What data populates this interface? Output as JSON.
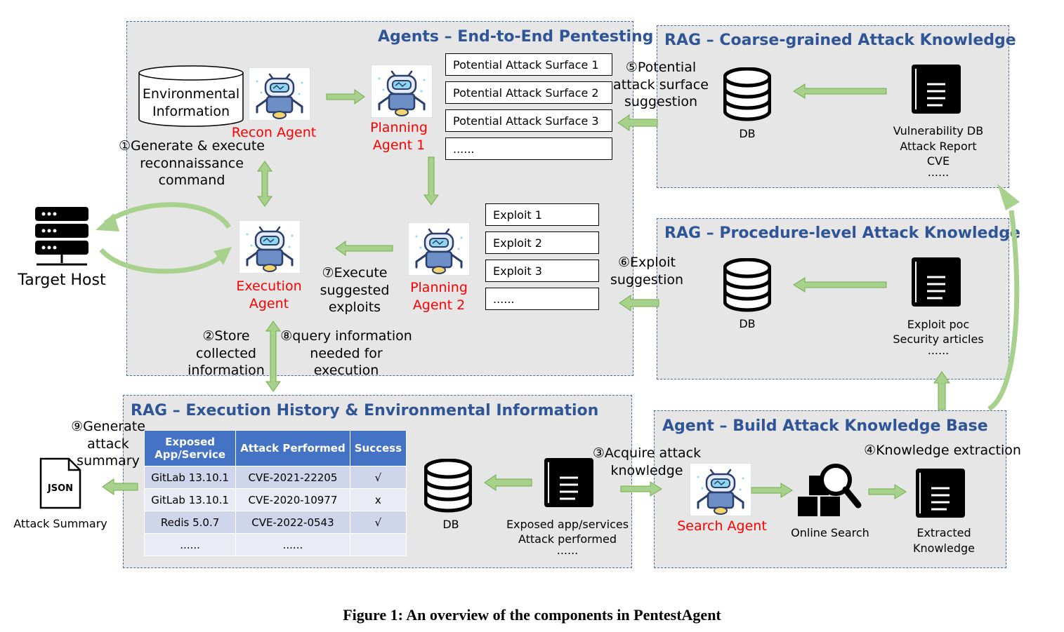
{
  "agents_panel": {
    "title": "Agents – End-to-End Pentesting",
    "env_info": "Environmental Information",
    "recon_agent": "Recon Agent",
    "planning_agent_1": "Planning Agent 1",
    "planning_agent_2": "Planning Agent 2",
    "execution_agent": "Execution Agent",
    "attack_surfaces": [
      "Potential Attack Surface 1",
      "Potential Attack Surface 2",
      "Potential Attack Surface 3",
      "......"
    ],
    "exploits": [
      "Exploit 1",
      "Exploit 2",
      "Exploit 3",
      "......"
    ],
    "step1": "①Generate & execute reconnaissance command",
    "step7": "⑦Execute suggested exploits"
  },
  "target_host": "Target Host",
  "step2": "②Store collected information",
  "step8": "⑧query information needed for execution",
  "step5": "⑤Potential attack surface suggestion",
  "step6": "⑥Exploit suggestion",
  "step3": "③Acquire attack knowledge",
  "step4": "④Knowledge extraction",
  "step9": "⑨Generate attack summary",
  "attack_summary": "Attack Summary",
  "json_label": "JSON",
  "coarse_panel": {
    "title": "RAG – Coarse-grained Attack Knowledge",
    "db": "DB",
    "sources": [
      "Vulnerability DB",
      "Attack Report",
      "CVE",
      "......"
    ]
  },
  "procedure_panel": {
    "title": "RAG – Procedure-level Attack Knowledge",
    "db": "DB",
    "sources": [
      "Exploit poc",
      "Security articles",
      "......"
    ]
  },
  "history_panel": {
    "title": "RAG – Execution History & Environmental Information",
    "db": "DB",
    "sources": [
      "Exposed app/services",
      "Attack performed",
      "......"
    ],
    "table": {
      "headers": [
        "Exposed App/Service",
        "Attack Performed",
        "Success"
      ],
      "rows": [
        [
          "GitLab 13.10.1",
          "CVE-2021-22205",
          "√"
        ],
        [
          "GitLab 13.10.1",
          "CVE-2020-10977",
          "x"
        ],
        [
          "Redis 5.0.7",
          "CVE-2022-0543",
          "√"
        ],
        [
          "......",
          "......",
          ""
        ]
      ]
    }
  },
  "kb_panel": {
    "title": "Agent – Build Attack Knowledge Base",
    "search_agent": "Search Agent",
    "online_search": "Online Search",
    "extracted_knowledge": "Extracted Knowledge"
  },
  "caption": "Figure 1: An overview of the components in PentestAgent",
  "colors": {
    "panel_bg": "#e6e6e6",
    "title_blue": "#2f5597",
    "agent_red": "#ff0000",
    "arrow_green": "#a9d18e",
    "arrow_green_dark": "#70ad47",
    "table_header": "#4472c4"
  }
}
